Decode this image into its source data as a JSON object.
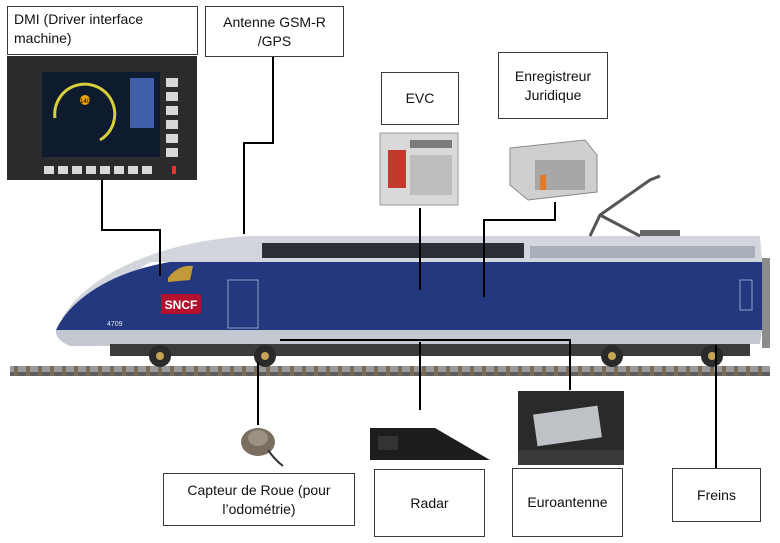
{
  "labels": {
    "dmi": "DMI (Driver interface machine)",
    "antenna": "Antenne GSM-R /GPS",
    "evc": "EVC",
    "recorder": "Enregistreur Juridique",
    "wheel_sensor": "Capteur de Roue (pour l’odométrie)",
    "radar": "Radar",
    "euroantenna": "Euroantenne",
    "brakes": "Freins"
  },
  "train": {
    "brand": "SNCF",
    "number": "4709"
  },
  "dmi_screen": {
    "speed": "140"
  },
  "colors": {
    "train_blue": "#24387f",
    "train_silver": "#c9ced6",
    "snfc_red": "#b3122e",
    "dmi_bezel": "#2b2b2e"
  }
}
